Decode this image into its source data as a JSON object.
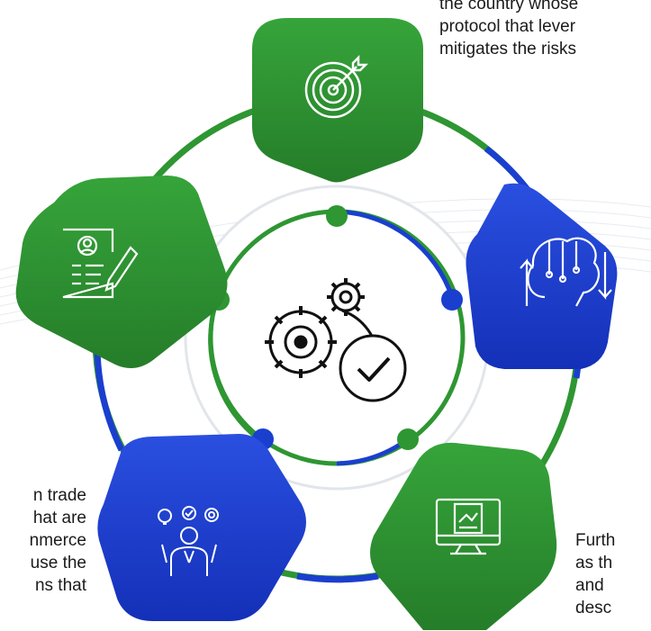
{
  "texts": {
    "top": [
      "the country whose",
      "protocol that lever",
      "mitigates the risks"
    ],
    "left": [
      "n trade",
      "hat are",
      "nmerce",
      "use the",
      "ns that"
    ],
    "right": [
      "Furth",
      "as th",
      "and",
      "desc"
    ]
  },
  "nodes": [
    {
      "id": "target",
      "icon": "target-arrow-icon",
      "color": "green"
    },
    {
      "id": "brain",
      "icon": "brain-circuit-icon",
      "color": "blue"
    },
    {
      "id": "monitor",
      "icon": "monitor-document-icon",
      "color": "green"
    },
    {
      "id": "person",
      "icon": "person-ideas-icon",
      "color": "blue"
    },
    {
      "id": "resume",
      "icon": "resume-pencil-icon",
      "color": "green"
    }
  ],
  "center": {
    "icon": "gears-check-icon"
  },
  "colors": {
    "green": "#2e9632",
    "green_dark": "#237a27",
    "blue": "#1a3fcf",
    "blue_dark": "#1529a3",
    "ring_light": "#e2e5ea"
  }
}
